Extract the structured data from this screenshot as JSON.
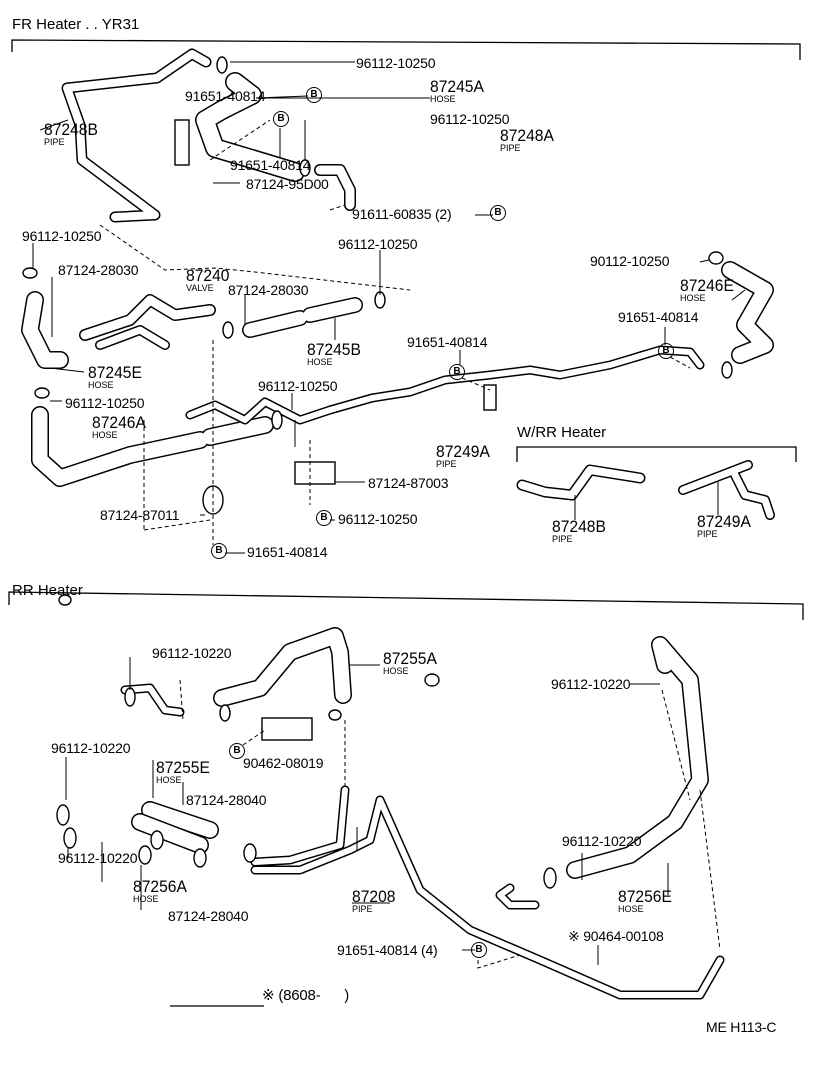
{
  "sections": {
    "fr": {
      "title": "FR Heater . . YR31"
    },
    "wrr": {
      "title": "W/RR Heater"
    },
    "rr": {
      "title": "RR Heater"
    }
  },
  "bolt_symbol": "B",
  "callouts": {
    "c1": "96112-10250",
    "c2": "91651-40814",
    "c3": "91651-40814",
    "c4": "96112-10250",
    "c5": "87124-95D00",
    "c6": "91611-60835 (2)",
    "c7": "96112-10250",
    "c8": "87124-28030",
    "c9": "87124-28030",
    "c10": "96112-10250",
    "c11": "90112-10250",
    "c12": "91651-40814",
    "c13": "91651-40814",
    "c14": "96112-10250",
    "c15": "96112-10250",
    "c16": "87124-87003",
    "c17": "87124-87011",
    "c18": "96112-10250",
    "c19": "91651-40814",
    "r1": "96112-10220",
    "r2": "96112-10220",
    "r3": "96112-10220",
    "r4": "90462-08019",
    "r5": "87124-28040",
    "r6": "96112-10220",
    "r7": "87124-28040",
    "r8": "96112-10220",
    "r9": "91651-40814 (4)",
    "r10": "※ 90464-00108"
  },
  "parts": {
    "p87245A": {
      "num": "87245A",
      "type": "HOSE"
    },
    "p87248B": {
      "num": "87248B",
      "type": "PIPE"
    },
    "p87248A": {
      "num": "87248A",
      "type": "PIPE"
    },
    "p87240": {
      "num": "87240",
      "type": "VALVE"
    },
    "p87246E": {
      "num": "87246E",
      "type": "HOSE"
    },
    "p87245B": {
      "num": "87245B",
      "type": "HOSE"
    },
    "p87245E": {
      "num": "87245E",
      "type": "HOSE"
    },
    "p87246A": {
      "num": "87246A",
      "type": "HOSE"
    },
    "p87249A": {
      "num": "87249A",
      "type": "PIPE"
    },
    "p87248B_w": {
      "num": "87248B",
      "type": "PIPE"
    },
    "p87249A_w": {
      "num": "87249A",
      "type": "PIPE"
    },
    "p87255A": {
      "num": "87255A",
      "type": "HOSE"
    },
    "p87255E": {
      "num": "87255E",
      "type": "HOSE"
    },
    "p87256A": {
      "num": "87256A",
      "type": "HOSE"
    },
    "p87208": {
      "num": "87208",
      "type": "PIPE"
    },
    "p87256E": {
      "num": "87256E",
      "type": "HOSE"
    }
  },
  "footnote": "※ (8608-      )",
  "figure_code": "ME H113-C"
}
